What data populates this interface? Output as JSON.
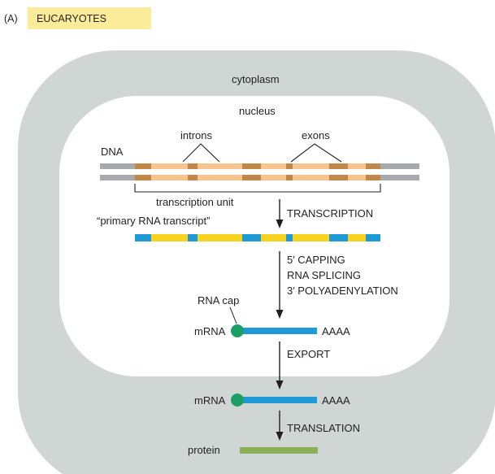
{
  "header": {
    "panel_letter": "(A)",
    "title": "EUCARYOTES"
  },
  "compartments": {
    "cytoplasm": "cytoplasm",
    "nucleus": "nucleus"
  },
  "dna": {
    "label": "DNA",
    "introns_label": "introns",
    "exons_label": "exons",
    "unit_label": "transcription unit"
  },
  "primary_transcript": {
    "label": "“primary RNA transcript”"
  },
  "steps": {
    "transcription": "TRANSCRIPTION",
    "capping": "5′ CAPPING",
    "splicing": "RNA SPLICING",
    "polyadenylation": "3′ POLYADENYLATION",
    "export": "EXPORT",
    "translation": "TRANSLATION"
  },
  "mrna_nuclear": {
    "cap_label": "RNA cap",
    "label": "mRNA",
    "tail": "AAAA"
  },
  "mrna_cytoplasmic": {
    "label": "mRNA",
    "tail": "AAAA"
  },
  "protein": {
    "label": "protein"
  },
  "colors": {
    "header_bg": "#fbec9a",
    "cytoplasm": "#cfd6d3",
    "nucleus": "#ffffff",
    "dna_grey": "#a7a9ac",
    "dna_exon": "#c1884a",
    "dna_intron": "#f6c48f",
    "rna_yellow": "#f7d21e",
    "rna_blue": "#1e9ad6",
    "cap_green": "#1aa066",
    "protein_green": "#8cb05a",
    "arrow": "#231f20"
  }
}
